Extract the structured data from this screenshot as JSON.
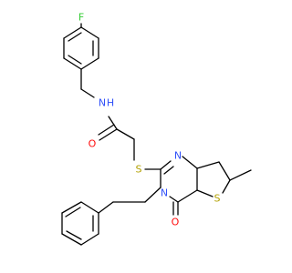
{
  "molecule": {
    "atoms": {
      "fluorine": "F",
      "amide_nitrogen": "N",
      "amide_hydrogen": "H",
      "amide_oxygen": "O",
      "thioether_sulfur": "S",
      "pyrimidine_n1": "N",
      "pyrimidine_n3": "N",
      "ketone_oxygen": "O",
      "thiophene_sulfur": "S"
    }
  },
  "colors": {
    "bond": "#000000",
    "fluorine": "#33cc33",
    "nitrogen": "#3050f8",
    "oxygen": "#ff0d0d",
    "sulfur": "#b2a000"
  }
}
